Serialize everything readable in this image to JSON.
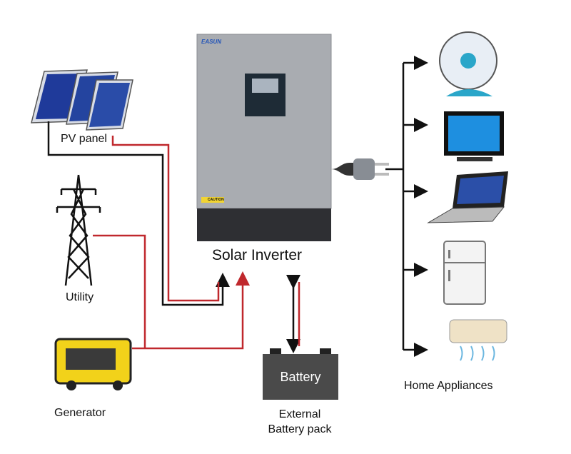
{
  "labels": {
    "pv_panel": "PV panel",
    "utility": "Utility",
    "generator": "Generator",
    "inverter": "Solar Inverter",
    "battery": "Battery",
    "external_battery": [
      "External",
      "Battery pack"
    ],
    "home_appliances": "Home Appliances",
    "brand_logo": "EASUN",
    "caution_sticker": "CAUTION"
  },
  "appliances": [
    "fan",
    "tv",
    "laptop",
    "fridge",
    "air-conditioner"
  ],
  "colors": {
    "positive_wire": "#c0282d",
    "negative_wire": "#111111",
    "inverter_body": "#a9acb1",
    "inverter_base": "#2e2f33",
    "battery": "#4a4a4a"
  }
}
